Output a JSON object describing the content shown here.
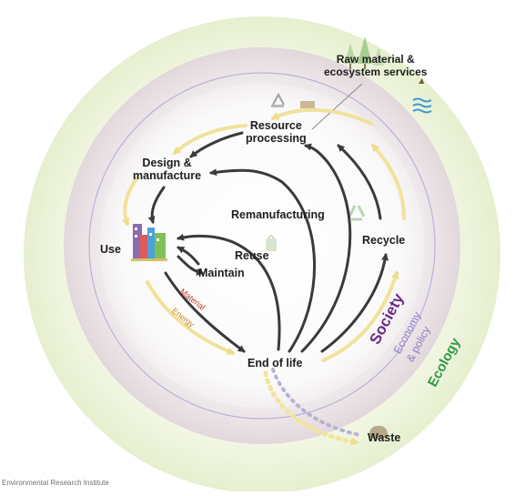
{
  "labels": {
    "raw_material": [
      "Raw material &",
      "ecosystem services"
    ],
    "resource_processing": [
      "Resource",
      "processing"
    ],
    "design_manufacture": [
      "Design &",
      "manufacture"
    ],
    "remanufacturing": "Remanufacturing",
    "recycle": "Recycle",
    "use": "Use",
    "reuse": "Reuse",
    "maintain": "Maintain",
    "end_of_life": "End of life",
    "waste": "Waste",
    "material": "Material",
    "energy": "Energy"
  },
  "rings": {
    "society": "Society",
    "economy_policy": [
      "Economy",
      "& policy"
    ],
    "ecology": "Ecology"
  },
  "credit": "Environmental Research Institute",
  "colors": {
    "ecology_ring": "#eaf2d5",
    "society_ring": "#e6dcdf",
    "inner_disk": "#ffffff",
    "arrow_dark": "#3a3a3a",
    "arrow_yellow": "#f3e6a3",
    "society_text": "#6a2a86",
    "economy_text": "#8a7cc7",
    "ecology_text": "#2f9a4a",
    "material_text": "#c0392b",
    "energy_text": "#c88a2a"
  }
}
